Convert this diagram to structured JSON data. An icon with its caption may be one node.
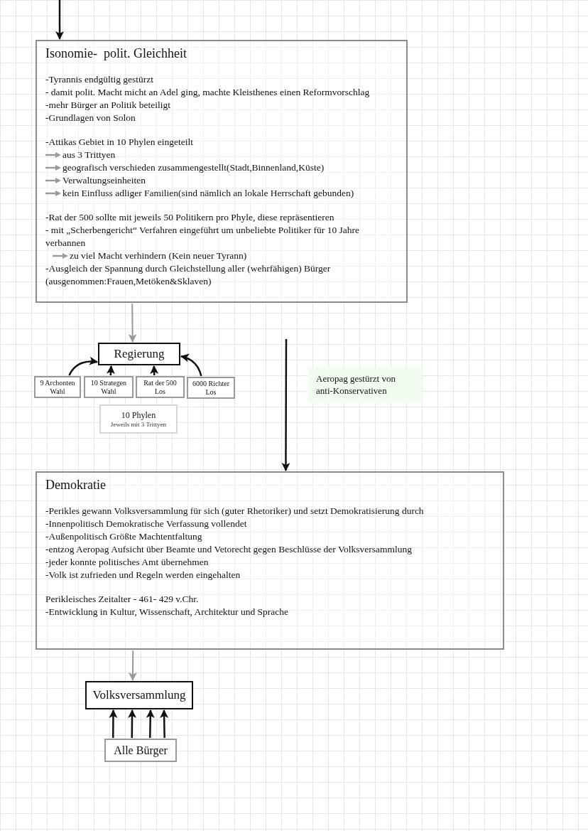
{
  "diagram": {
    "nodes": [
      {
        "text": [
          "Isonomie-  polit. Gleichheit",
          "-Tyrannis endgültig gestürzt",
          "- damit polit. Macht micht an Adel ging, machte Kleisthenes einen Reformvorschlag",
          "-mehr Bürger an Politik beteiligt",
          "-Grundlagen von Solon",
          "-Attikas Gebiet in 10 Phylen eingeteilt",
          "aus 3 Trittyen",
          "geografisch verschieden zusammengestellt(Stadt,Binnenland,Küste)",
          "Verwaltungseinheiten",
          "kein Einfluss adliger Familien(sind nämlich an lokale Herrschaft gebunden)",
          "-Rat der 500 sollte mit jeweils 50 Politikern pro Phyle, diese repräsentieren",
          "- mit „Scherbengericht“ Verfahren eingeführt um unbeliebte Politiker für 10 Jahre verbannen",
          "zu viel Macht verhindern (Kein neuer Tyrann)",
          "-Ausgleich der Spannung durch Gleichstellung aller (wehrfähigen) Bürger (ausgenommen:Frauen,Metöken&Sklaven)"
        ]
      },
      {
        "text": [
          "Regierung"
        ]
      },
      {
        "text": [
          "9 Archonten",
          "Wahl"
        ]
      },
      {
        "text": [
          "10 Strategen",
          "Wahl"
        ]
      },
      {
        "text": [
          "Rat der 500",
          "Los"
        ]
      },
      {
        "text": [
          "6000 Richter",
          "Los"
        ]
      },
      {
        "text": [
          "10 Phylen",
          "Jeweils mit 3 Trittyen"
        ]
      },
      {
        "text": [
          "Aeropag gestürzt von anti-Konservativen"
        ]
      },
      {
        "text": [
          "Demokratie",
          "-Perikles gewann Volksversammlung für sich (guter Rhetoriker) und setzt Demokratisierung durch",
          "-Innenpolitisch Demokratische Verfassung vollendet",
          "-Außenpolitisch Größte Machtentfaltung",
          "-entzog Aeropag Aufsicht über Beamte und Vetorecht gegen Beschlüsse der Volksversammlung",
          "-jeder konnte politisches Amt übernehmen",
          "-Volk ist zufrieden und Regeln werden eingehalten",
          "Perikleisches Zeitalter - 461- 429 v.Chr.",
          "-Entwicklung in Kultur, Wissenschaft, Architektur und Sprache"
        ]
      },
      {
        "text": [
          "Volksversammlung"
        ]
      },
      {
        "text": [
          "Alle Bürger"
        ]
      }
    ],
    "edges": [
      {
        "from": null,
        "to": 0,
        "arrow": "to"
      },
      {
        "from": 0,
        "to": 1,
        "arrow": "to",
        "color": "#999999"
      },
      {
        "from": 2,
        "to": 1,
        "arrow": "to"
      },
      {
        "from": 3,
        "to": 1,
        "arrow": "to"
      },
      {
        "from": 4,
        "to": 1,
        "arrow": "to"
      },
      {
        "from": 5,
        "to": 1,
        "arrow": "to"
      },
      {
        "from": null,
        "to": 8,
        "arrow": "to"
      },
      {
        "from": 8,
        "to": 9,
        "arrow": "to",
        "color": "#999999"
      },
      {
        "from": 10,
        "to": 9,
        "arrow": "to"
      },
      {
        "from": 10,
        "to": 9,
        "arrow": "to"
      },
      {
        "from": 10,
        "to": 9,
        "arrow": "to"
      },
      {
        "from": 10,
        "to": 9,
        "arrow": "to"
      }
    ]
  }
}
